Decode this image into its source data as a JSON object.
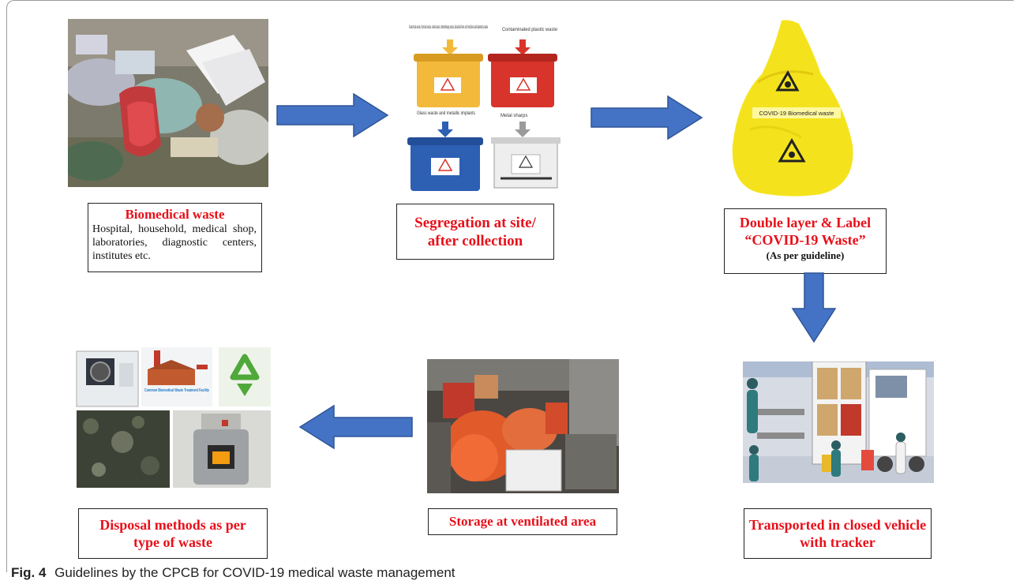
{
  "steps": [
    {
      "title": "Biomedical waste",
      "body": "Hospital, household, medical shop, laboratories, diagnostic centers, institutes etc."
    },
    {
      "title_line1": "Segregation at site/",
      "title_line2": "after collection",
      "bins": {
        "yellow_label": "Anatomical waste, chemical waste, soiled waste, chemotherapy waste, discarded linen and medicines and laboratory waste",
        "red_label": "Contaminated plastic waste",
        "blue_label": "Glass waste and metallic implants",
        "white_label": "Metal sharps"
      }
    },
    {
      "title_line1": "Double layer & Label",
      "title_line2": "“COVID-19 Waste”",
      "sub": "(As per guideline)",
      "bag_label": "COVID-19 Biomedical waste"
    },
    {
      "title_line1": "Transported in closed vehicle",
      "title_line2": "with tracker"
    },
    {
      "title": "Storage at ventilated area"
    },
    {
      "title_line1": "Disposal methods as per",
      "title_line2": "type of waste",
      "facility_label": "Common Biomedical Waste Treatment Facility"
    }
  ],
  "caption": {
    "prefix": "Fig. 4",
    "text": "Guidelines by the CPCB for COVID-19 medical waste management"
  },
  "colors": {
    "arrow_fill": "#4472c4",
    "arrow_stroke": "#2f5597",
    "title_red": "#e8101a",
    "bin_yellow": "#f2b93b",
    "bin_red": "#d8342b",
    "bin_blue": "#2d5fb3",
    "bag_yellow": "#f4e31c"
  }
}
